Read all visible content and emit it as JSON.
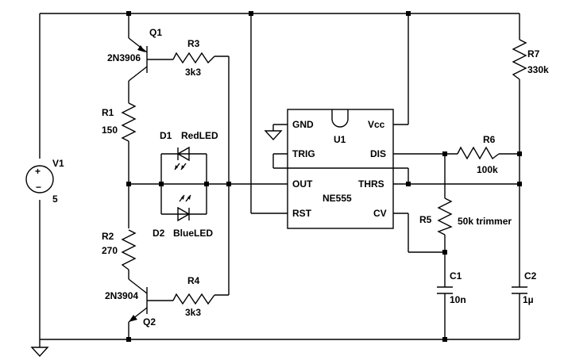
{
  "colors": {
    "wire": "#000000",
    "background": "#ffffff"
  },
  "components": {
    "v1": {
      "ref": "V1",
      "value": "5"
    },
    "q1": {
      "ref": "Q1",
      "part": "2N3906"
    },
    "q2": {
      "ref": "Q2",
      "part": "2N3904"
    },
    "r1": {
      "ref": "R1",
      "value": "150"
    },
    "r2": {
      "ref": "R2",
      "value": "270"
    },
    "r3": {
      "ref": "R3",
      "value": "3k3"
    },
    "r4": {
      "ref": "R4",
      "value": "3k3"
    },
    "r5": {
      "ref": "R5",
      "value": "50k trimmer"
    },
    "r6": {
      "ref": "R6",
      "value": "100k"
    },
    "r7": {
      "ref": "R7",
      "value": "330k"
    },
    "d1": {
      "ref": "D1",
      "part": "RedLED"
    },
    "d2": {
      "ref": "D2",
      "part": "BlueLED"
    },
    "c1": {
      "ref": "C1",
      "value": "10n"
    },
    "c2": {
      "ref": "C2",
      "value": "1µ"
    },
    "u1": {
      "ref": "U1",
      "part": "NE555",
      "pins": {
        "gnd": "GND",
        "vcc": "Vcc",
        "trig": "TRIG",
        "dis": "DIS",
        "out": "OUT",
        "thrs": "THRS",
        "rst": "RST",
        "cv": "CV"
      }
    }
  },
  "source_symbols": {
    "plus": "+",
    "minus": "−"
  }
}
